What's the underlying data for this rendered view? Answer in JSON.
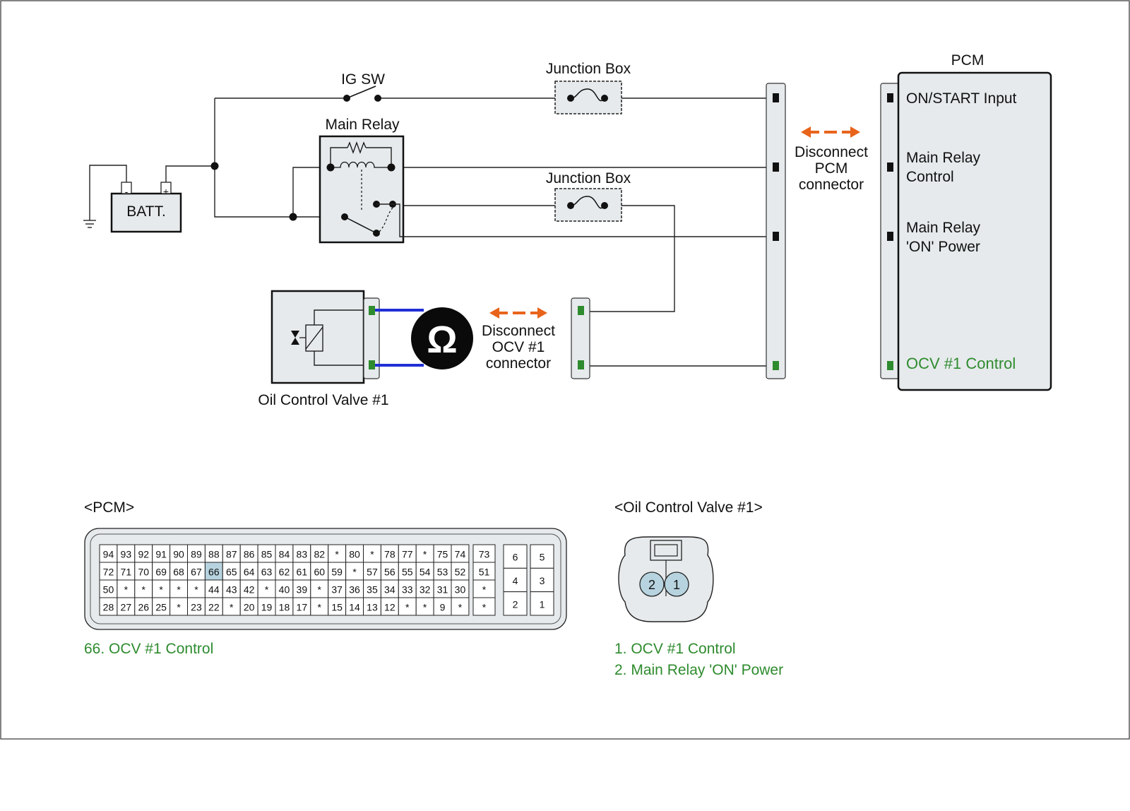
{
  "colors": {
    "wire": "#222222",
    "box_fill": "#e6eaec",
    "arrow": "#e8641b",
    "green_text": "#2e8b2e",
    "blue_wire": "#1f2fd6",
    "highlight_pin": "#b7d3df"
  },
  "icons": {
    "omega": "ohmmeter-icon",
    "arrow": "double-dashed-arrow-icon"
  },
  "labels": {
    "ig_sw": "IG SW",
    "junction_box_1": "Junction Box",
    "junction_box_2": "Junction Box",
    "main_relay": "Main Relay",
    "batt": "BATT.",
    "batt_minus": "-",
    "batt_plus": "+",
    "pcm": "PCM",
    "pcm_connector_action": [
      "Disconnect",
      "PCM",
      "connector"
    ],
    "ocv_connector_action": [
      "Disconnect",
      "OCV #1",
      "connector"
    ],
    "ocv": "Oil Control Valve #1",
    "omega_symbol": "Ω"
  },
  "pcm_pins": [
    [
      "ON/START Input"
    ],
    [
      "Main Relay",
      "Control"
    ],
    [
      "Main Relay",
      "'ON' Power"
    ],
    [
      "OCV #1 Control"
    ]
  ],
  "connector_views": {
    "pcm_title": "<PCM>",
    "ocv_title": "<Oil Control Valve #1>",
    "pcm_rows": [
      [
        "94",
        "93",
        "92",
        "91",
        "90",
        "89",
        "88",
        "87",
        "86",
        "85",
        "84",
        "83",
        "82",
        "*",
        "80",
        "*",
        "78",
        "77",
        "*",
        "75",
        "74"
      ],
      [
        "72",
        "71",
        "70",
        "69",
        "68",
        "67",
        "66",
        "65",
        "64",
        "63",
        "62",
        "61",
        "60",
        "59",
        "*",
        "57",
        "56",
        "55",
        "54",
        "53",
        "52"
      ],
      [
        "50",
        "*",
        "*",
        "*",
        "*",
        "*",
        "44",
        "43",
        "42",
        "*",
        "40",
        "39",
        "*",
        "37",
        "36",
        "35",
        "34",
        "33",
        "32",
        "31",
        "30"
      ],
      [
        "28",
        "27",
        "26",
        "25",
        "*",
        "23",
        "22",
        "*",
        "20",
        "19",
        "18",
        "17",
        "*",
        "15",
        "14",
        "13",
        "12",
        "*",
        "*",
        "9",
        "*"
      ]
    ],
    "pcm_side_column": [
      "73",
      "51",
      "*",
      "*"
    ],
    "pcm_block_left": [
      "6",
      "4",
      "2"
    ],
    "pcm_block_right": [
      "5",
      "3",
      "1"
    ],
    "highlighted_pin": "66",
    "pcm_legend": "66. OCV #1 Control",
    "ocv_pin_left": "2",
    "ocv_pin_right": "1",
    "ocv_legend": [
      "1. OCV #1 Control",
      "2. Main Relay 'ON' Power"
    ]
  }
}
